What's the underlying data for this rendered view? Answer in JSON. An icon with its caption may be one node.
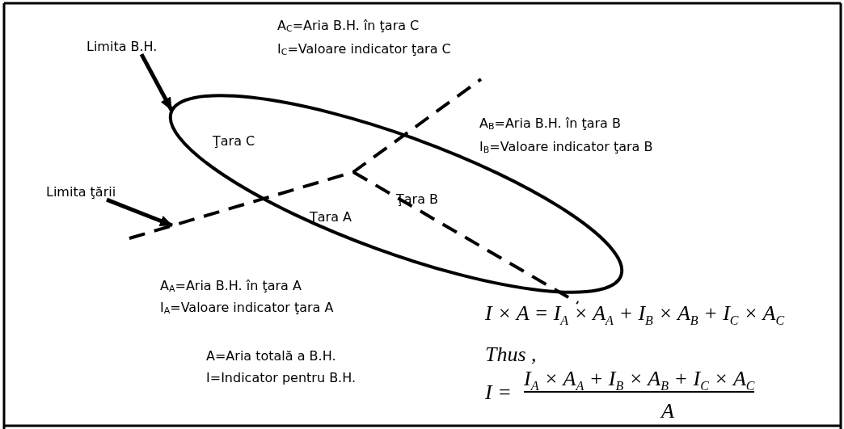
{
  "diagram": {
    "nodes": [
      {
        "text": [
          "Limita B.H."
        ]
      },
      {
        "text": [],
        "shape": "ellipse"
      },
      {
        "text": [
          "Limita ţării"
        ]
      },
      {
        "text": [],
        "shape": "line"
      }
    ],
    "edges": [
      {
        "from": 0,
        "to": 1,
        "arrow": "to"
      },
      {
        "from": 2,
        "to": 3,
        "arrow": "to"
      }
    ],
    "labels": [
      "A$_{C}$=Aria B.H. în ţara C",
      "I$_{C}$=Valoare indicator ţara C",
      "A$_{B}$=Aria B.H. în ţara B",
      "I$_{B}$=Valoare indicator ţara B",
      "Ţara C",
      "Ţara B",
      "Ţara A",
      "A$_{A}$=Aria B.H. în ţara A",
      "I$_{A}$=Valoare indicator ţara A",
      "I × A = I$_{A}$ × A$_{A}$ + I$_{B}$ × A$_{B}$ + I$_{C}$ × A$_{C}$",
      "Thus ,",
      "A=Aria totală a B.H.",
      "I=Indicator pentru B.H.",
      "I =",
      "I$_{A}$ × A$_{A}$ + I$_{B}$ × A$_{B}$ + I$_{C}$ × A$_{C}$",
      "A"
    ]
  }
}
